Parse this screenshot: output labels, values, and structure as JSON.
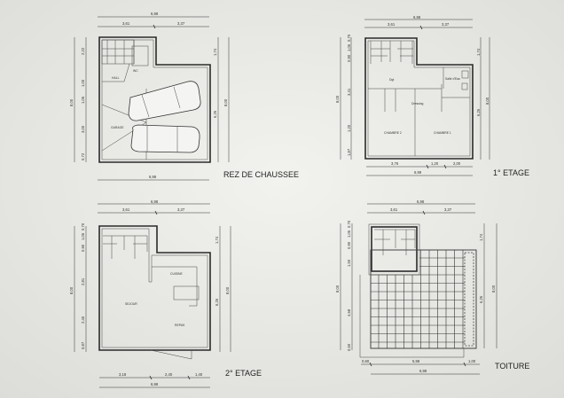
{
  "plans": {
    "rdc": {
      "title": "REZ DE CHAUSSEE",
      "rooms": [
        "HALL",
        "WC",
        "GARAGE"
      ],
      "top_dims": [
        "6,98",
        "3,61",
        "3,37"
      ],
      "bottom_dims": [
        "6,98"
      ],
      "left_dims": [
        "8,00",
        "2,22",
        "1,00",
        "1,06",
        "3,00",
        "0,72"
      ],
      "right_dims": [
        "1,74",
        "6,26",
        "8,00"
      ]
    },
    "etage1": {
      "title": "1° ETAGE",
      "rooms": [
        "Dgt",
        "Salle d'Eau",
        "Dressing",
        "CHAMBRE 2",
        "CHAMBRE 1"
      ],
      "top_dims": [
        "6,98",
        "3,61",
        "3,37"
      ],
      "bottom_dims": [
        "3,76",
        "1,20",
        "2,00",
        "6,99"
      ],
      "left_dims": [
        "8,00",
        "0,70",
        "1,06",
        "0,90",
        "3,41",
        "1,20",
        "1,87"
      ],
      "right_dims": [
        "1,74",
        "6,26",
        "8,00"
      ]
    },
    "etage2": {
      "title": "2° ETAGE",
      "rooms": [
        "CUISINE",
        "SEJOUR",
        "REPAS"
      ],
      "top_dims": [
        "6,98",
        "3,61",
        "3,37"
      ],
      "bottom_dims": [
        "3,18",
        "2,40",
        "1,40",
        "6,98"
      ],
      "left_dims": [
        "8,00",
        "0,70",
        "1,06",
        "0,90",
        "2,81",
        "2,40",
        "0,87"
      ],
      "right_dims": [
        "1,74",
        "6,26",
        "8,00"
      ]
    },
    "toiture": {
      "title": "TOITURE",
      "top_dims": [
        "6,98",
        "3,61",
        "3,37"
      ],
      "bottom_dims": [
        "0,60",
        "5,98",
        "1,00",
        "6,98"
      ],
      "left_dims": [
        "8,00",
        "0,70",
        "1,06",
        "0,90",
        "1,50",
        "4,68",
        "0,60"
      ],
      "right_dims": [
        "1,74",
        "6,26",
        "8,00"
      ]
    }
  }
}
